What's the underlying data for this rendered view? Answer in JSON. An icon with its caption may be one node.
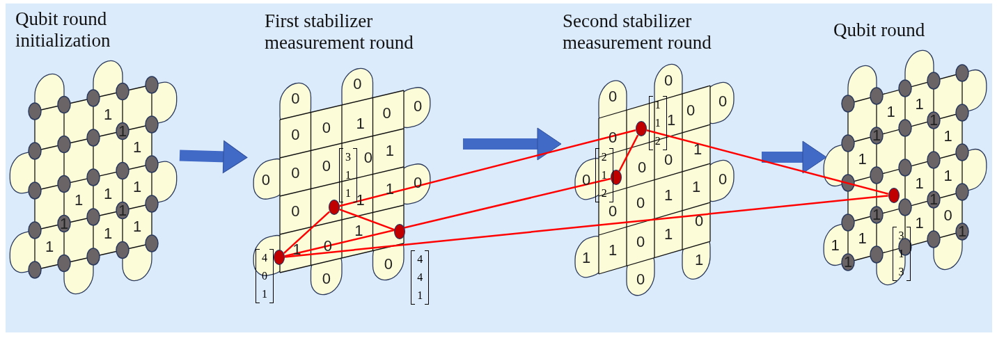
{
  "diagram": {
    "nodes": [
      {
        "text": [
          "Qubit round initialization"
        ]
      },
      {
        "text": [
          "First stabilizer measurement round"
        ]
      },
      {
        "text": [
          "Second stabilizer measurement round"
        ]
      },
      {
        "text": [
          "Qubit round"
        ]
      },
      {
        "text": [],
        "shape": "circle",
        "in": 1,
        "beside": [
          "4 0 1"
        ]
      },
      {
        "text": [],
        "shape": "circle",
        "in": 1,
        "beside": [
          "3 1 1"
        ]
      },
      {
        "text": [],
        "shape": "circle",
        "in": 1,
        "beside": [
          "4 4 1"
        ]
      },
      {
        "text": [],
        "shape": "circle",
        "in": 2,
        "beside": [
          "2 1 2"
        ]
      },
      {
        "text": [],
        "shape": "circle",
        "in": 2,
        "beside": [
          "1 1 2"
        ]
      },
      {
        "text": [],
        "shape": "circle",
        "in": 3,
        "beside": [
          "3 1 3"
        ]
      }
    ],
    "edges": [
      {
        "from": 0,
        "to": 1,
        "arrow": "to",
        "style": "thick",
        "color": "#4169c6"
      },
      {
        "from": 1,
        "to": 2,
        "arrow": "to",
        "style": "thick",
        "color": "#4169c6"
      },
      {
        "from": 2,
        "to": 3,
        "arrow": "to",
        "style": "thick",
        "color": "#4169c6"
      },
      {
        "from": 4,
        "to": 5,
        "arrow": "none"
      },
      {
        "from": 5,
        "to": 6,
        "arrow": "none"
      },
      {
        "from": 4,
        "to": 7,
        "arrow": "none"
      },
      {
        "from": 4,
        "to": 9,
        "arrow": "none"
      },
      {
        "from": 5,
        "to": 8,
        "arrow": "none"
      },
      {
        "from": 7,
        "to": 8,
        "arrow": "none"
      },
      {
        "from": 8,
        "to": 9,
        "arrow": "none"
      }
    ],
    "labels": [
      "1",
      "1",
      "1",
      "1",
      "1",
      "1",
      "1",
      "1",
      "1",
      "1",
      "1",
      "0",
      "0",
      "0",
      "0",
      "1",
      "0",
      "0",
      "0",
      "0",
      "0",
      "0",
      "1",
      "0",
      "1",
      "1",
      "0",
      "1",
      "0",
      "1",
      "0",
      "0",
      "0",
      "0",
      "0",
      "1",
      "0",
      "0",
      "0",
      "0",
      "0",
      "1",
      "0",
      "0",
      "1",
      "1",
      "0",
      "1",
      "1",
      "0",
      "1",
      "0",
      "0",
      "1",
      "1",
      "1",
      "1",
      "1",
      "1",
      "1",
      "1",
      "1",
      "1",
      "1",
      "1",
      "0",
      "1",
      "1",
      "1",
      "1"
    ]
  }
}
